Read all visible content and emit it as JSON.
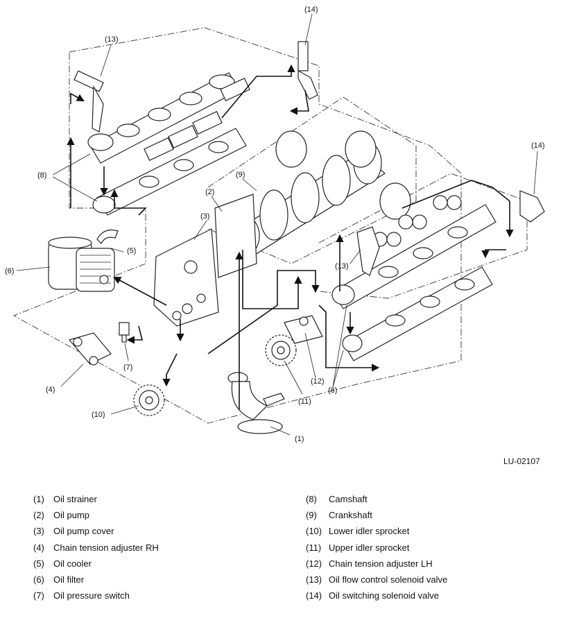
{
  "figure_code": "LU-02107",
  "callouts": [
    "(1)",
    "(2)",
    "(3)",
    "(4)",
    "(5)",
    "(6)",
    "(7)",
    "(8)",
    "(9)",
    "(10)",
    "(11)",
    "(12)",
    "(13)",
    "(14)"
  ],
  "legend": [
    {
      "num": "(1)",
      "label": "Oil strainer"
    },
    {
      "num": "(2)",
      "label": "Oil pump"
    },
    {
      "num": "(3)",
      "label": "Oil pump cover"
    },
    {
      "num": "(4)",
      "label": "Chain tension adjuster RH"
    },
    {
      "num": "(5)",
      "label": "Oil cooler"
    },
    {
      "num": "(6)",
      "label": "Oil filter"
    },
    {
      "num": "(7)",
      "label": "Oil pressure switch"
    },
    {
      "num": "(8)",
      "label": "Camshaft"
    },
    {
      "num": "(9)",
      "label": "Crankshaft"
    },
    {
      "num": "(10)",
      "label": "Lower idler sprocket"
    },
    {
      "num": "(11)",
      "label": "Upper idler sprocket"
    },
    {
      "num": "(12)",
      "label": "Chain tension adjuster LH"
    },
    {
      "num": "(13)",
      "label": "Oil flow control solenoid valve"
    },
    {
      "num": "(14)",
      "label": "Oil switching solenoid valve"
    }
  ]
}
